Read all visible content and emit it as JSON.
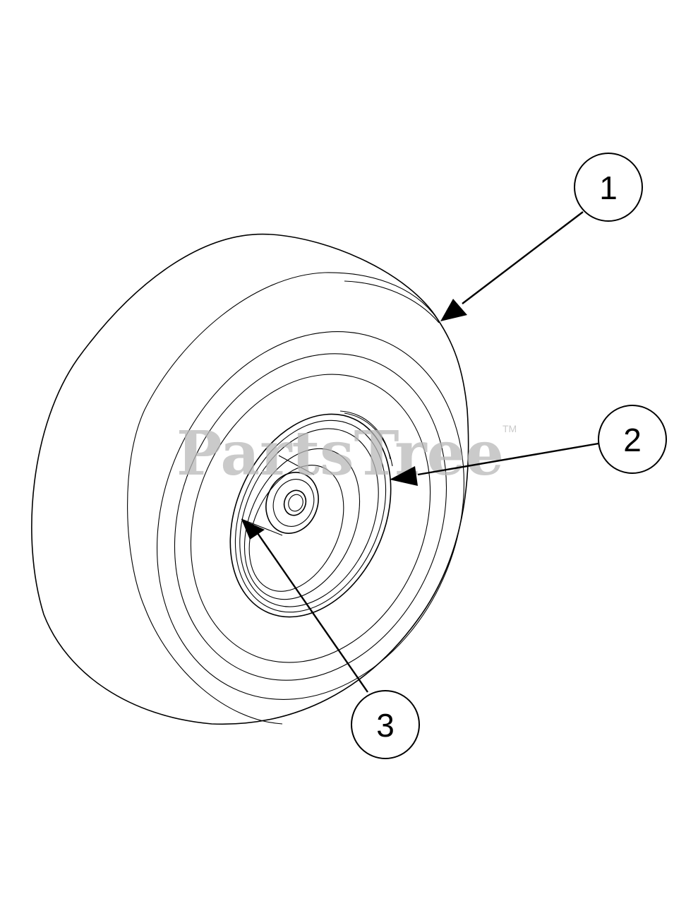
{
  "watermark": {
    "text": "PartsTree",
    "trademark": "TM"
  },
  "callouts": [
    {
      "id": "1",
      "label": "1",
      "part": "tire"
    },
    {
      "id": "2",
      "label": "2",
      "part": "wheel-rim"
    },
    {
      "id": "3",
      "label": "3",
      "part": "bearing"
    }
  ],
  "colors": {
    "line": "#000000",
    "watermark": "#b9b9b9",
    "background": "#ffffff"
  }
}
